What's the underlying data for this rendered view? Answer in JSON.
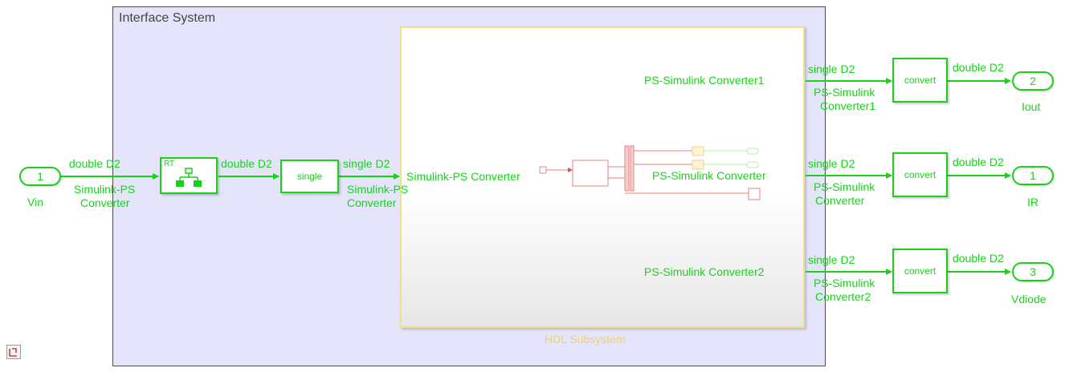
{
  "subsystem": {
    "title": "Interface System"
  },
  "hdl": {
    "label": "HDL Subsystem"
  },
  "inport": {
    "number": "1",
    "name": "Vin"
  },
  "blocks": {
    "rt_label": "RT",
    "single_label": "single",
    "convert1_label": "convert",
    "convert2_label": "convert",
    "convert3_label": "convert"
  },
  "signals": {
    "in_type": "double D2",
    "rt_out_type": "double D2",
    "single_out_type": "single D2",
    "ps1_type": "single D2",
    "ps_type": "single D2",
    "ps2_type": "single D2",
    "out1_type": "double D2",
    "out2_type": "double D2",
    "out3_type": "double D2"
  },
  "converter_labels": {
    "sps1": "Simulink-PS\nConverter",
    "sps2": "Simulink-PS\nConverter",
    "pss1": "PS-Simulink\nConverter1",
    "pss": "PS-Simulink\nConverter",
    "pss2": "PS-Simulink\nConverter2"
  },
  "hdl_ports": {
    "in": "Simulink-PS Converter",
    "out1": "PS-Simulink Converter1",
    "out": "PS-Simulink Converter",
    "out2": "PS-Simulink Converter2"
  },
  "outports": [
    {
      "number": "2",
      "name": "Iout"
    },
    {
      "number": "1",
      "name": "IR"
    },
    {
      "number": "3",
      "name": "Vdiode"
    }
  ],
  "colors": {
    "signal": "#17d317",
    "hdl_border": "#f0e08a",
    "physical": "#e05050"
  },
  "icons": {
    "corner": "subsystem-badge-icon",
    "rt": "rate-transition-icon"
  }
}
